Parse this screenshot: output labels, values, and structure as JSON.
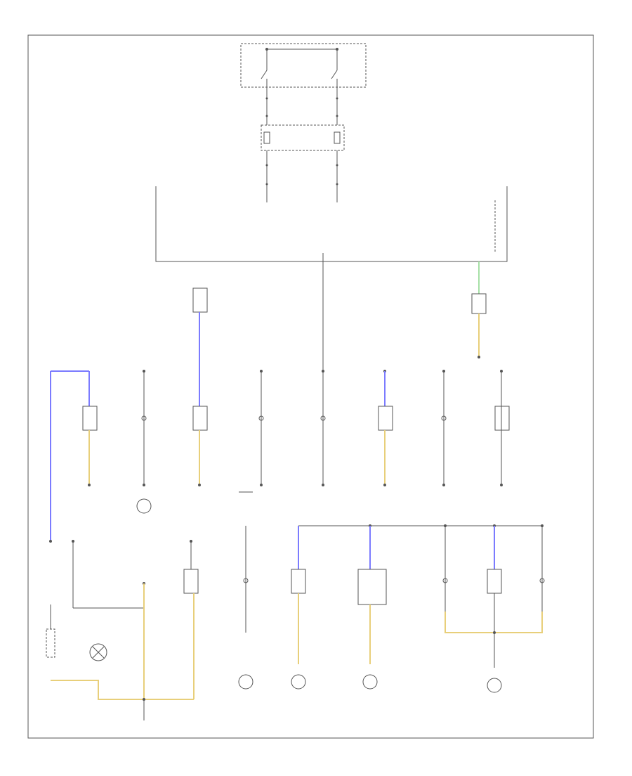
{
  "diagram": {
    "code": "",
    "components": [
      {
        "key": "headlight_switch",
        "label": ""
      },
      {
        "key": "fuse_panel",
        "label": ""
      },
      {
        "key": "instrument_cluster",
        "label": ""
      },
      {
        "key": "lamp_1",
        "label": ""
      },
      {
        "key": "lamp_2",
        "label": ""
      },
      {
        "key": "lamp_3",
        "label": ""
      },
      {
        "key": "lamp_4",
        "label": ""
      },
      {
        "key": "lamp_5",
        "label": ""
      },
      {
        "key": "lamp_6",
        "label": ""
      },
      {
        "key": "lamp_7",
        "label": ""
      },
      {
        "key": "lamp_8",
        "label": ""
      }
    ],
    "colors": {
      "wire": "#555555",
      "blue": "#7b7bff",
      "yellow": "#e8cf7a",
      "green": "#a6e0a6"
    }
  }
}
